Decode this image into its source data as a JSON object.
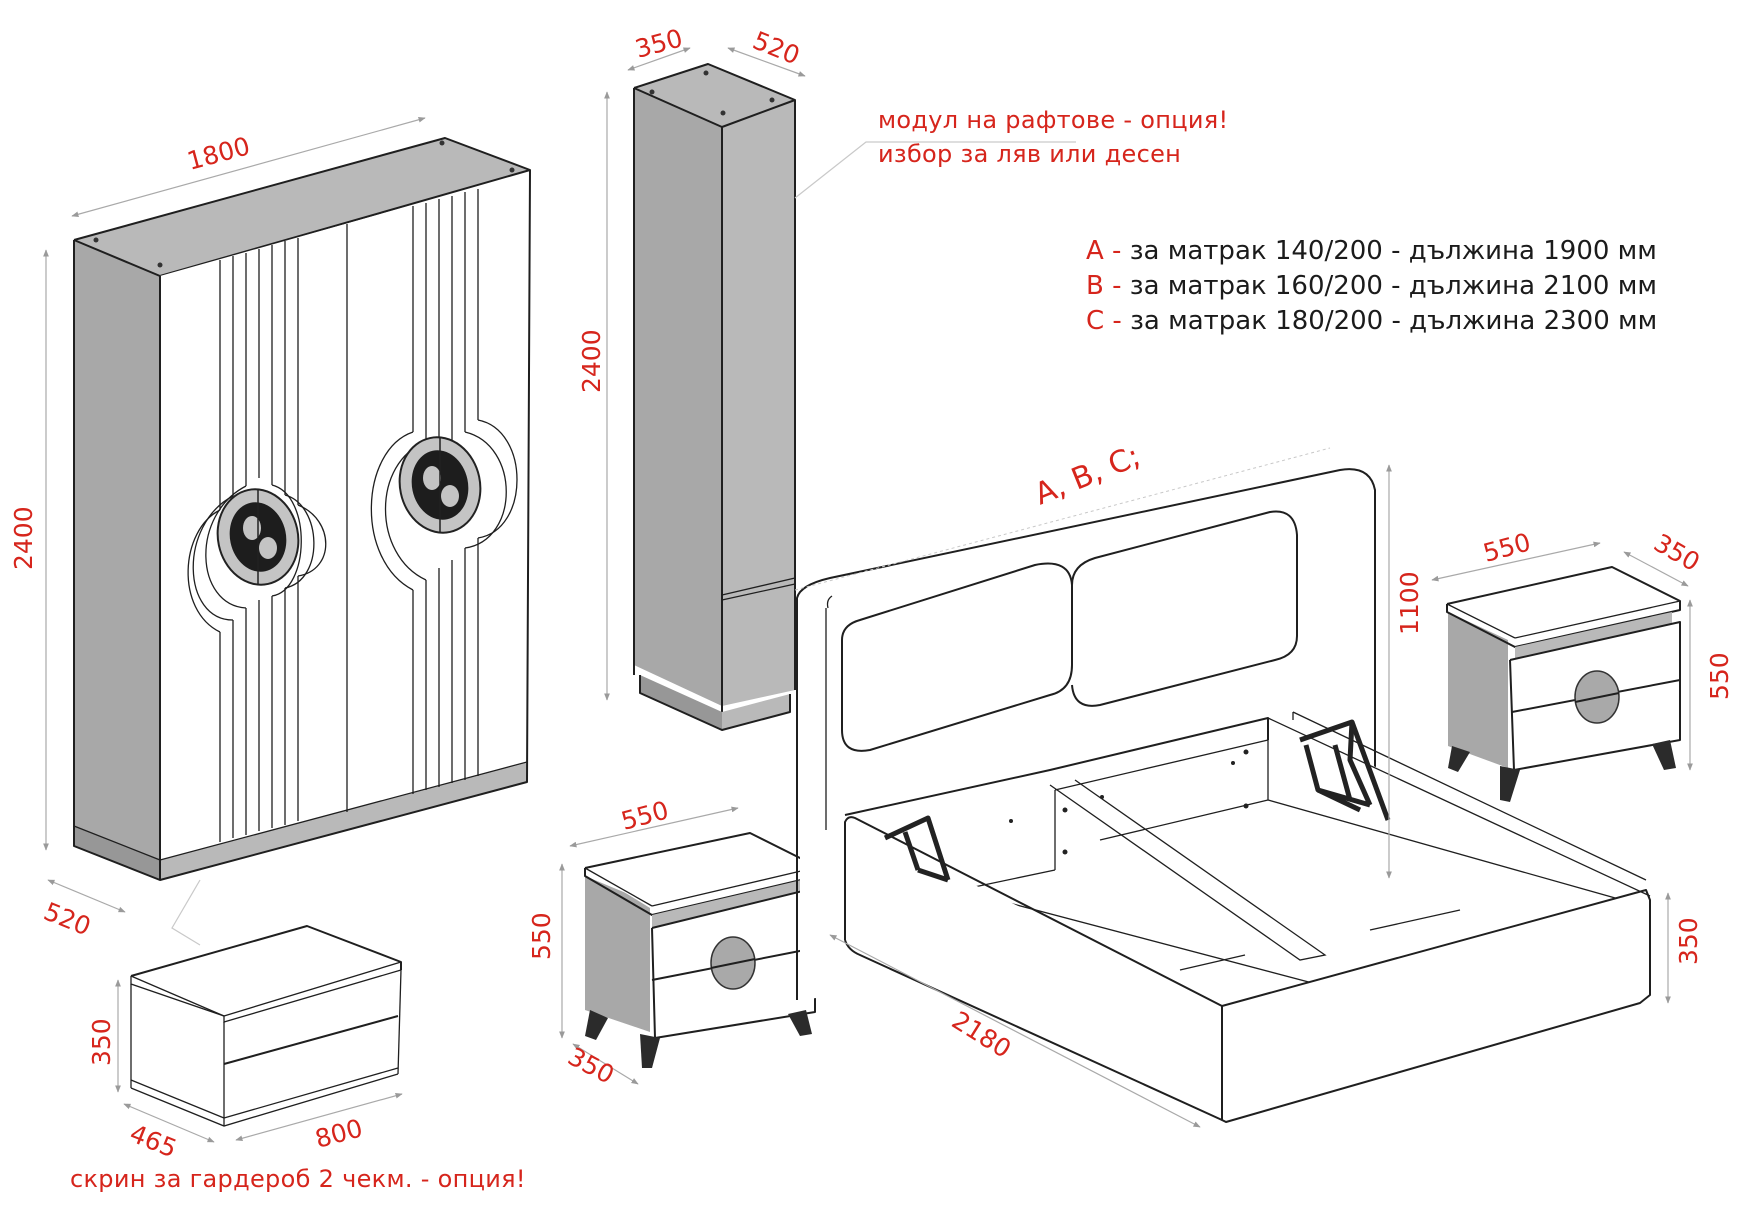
{
  "colors": {
    "accent_red": "#d6251c",
    "text_dark": "#1b1b1b",
    "panel_grey": "#a8a8a8",
    "outline": "#1f1f1f"
  },
  "wardrobe": {
    "width": "1800",
    "height": "2400",
    "depth": "520"
  },
  "shelf_module": {
    "width": "350",
    "depth": "520",
    "height": "2400",
    "note_line1": "модул на рафтове - опция!",
    "note_line2": "избор за ляв или десен"
  },
  "wardrobe_chest": {
    "height": "350",
    "depth": "465",
    "width": "800",
    "note": "скрин за гардероб 2 чекм. - опция!"
  },
  "bed": {
    "label": "A, B, C;",
    "headboard_height": "1100",
    "frame_height": "350",
    "length": "2180",
    "variants": [
      {
        "key": "A",
        "sep": " - ",
        "text": "за матрак 140/200 - дължина 1900 мм"
      },
      {
        "key": "B",
        "sep": " - ",
        "text": "за матрак 160/200 - дължина 2100 мм"
      },
      {
        "key": "C",
        "sep": " - ",
        "text": "за матрак 180/200 - дължина 2300 мм"
      }
    ]
  },
  "nightstand_left": {
    "width": "550",
    "height": "550",
    "depth": "350"
  },
  "nightstand_right": {
    "width": "550",
    "depth": "350",
    "height": "550"
  }
}
